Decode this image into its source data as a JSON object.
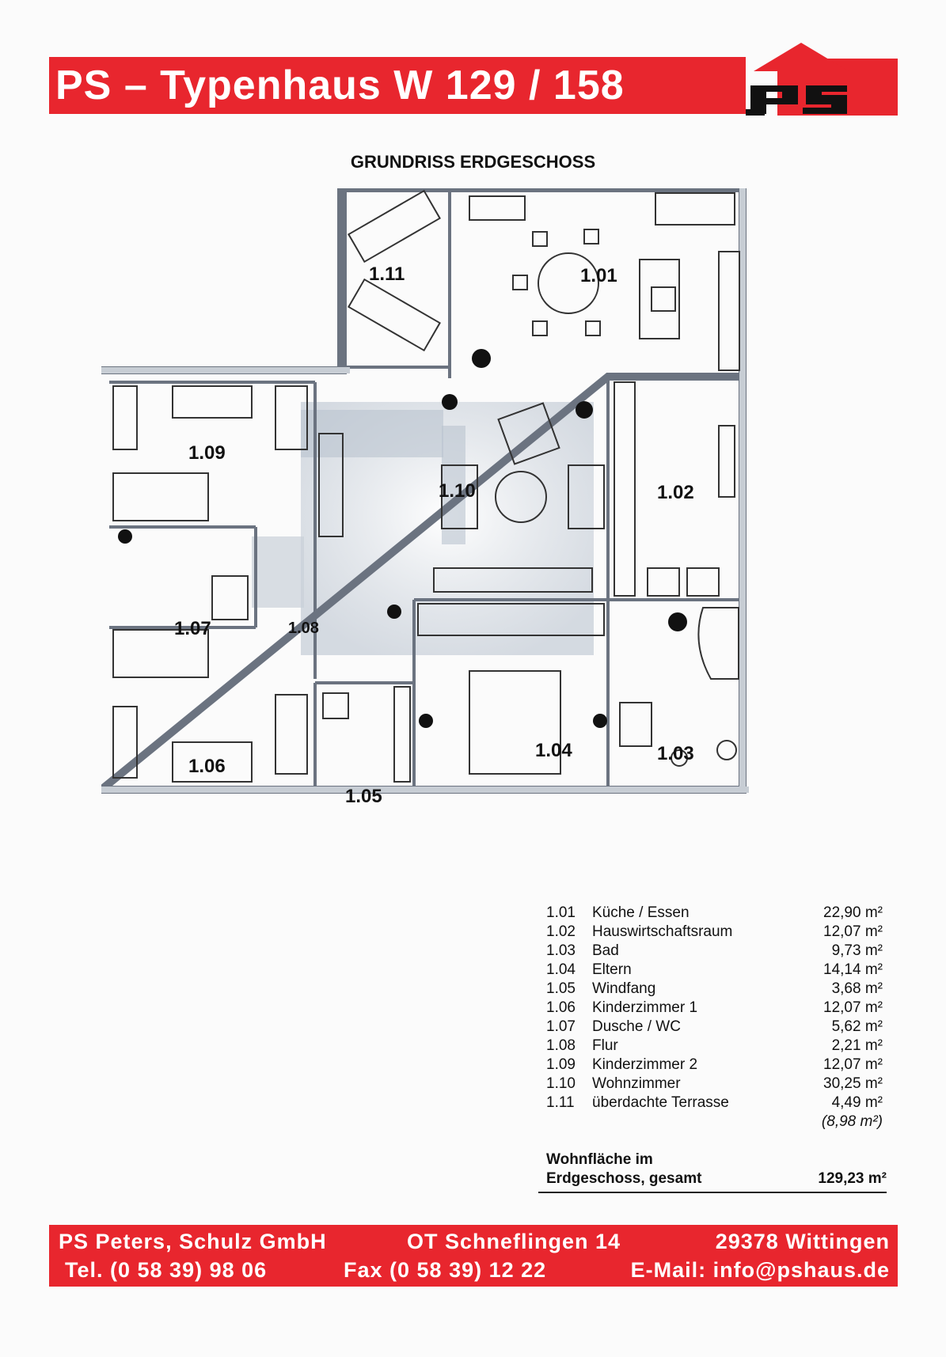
{
  "header": {
    "title": "PS – Typenhaus  W 129 / 158",
    "logo_text": "ps"
  },
  "subtitle": "GRUNDRISS ERDGESCHOSS",
  "rooms": [
    {
      "number": "1.01",
      "name": "Küche / Essen",
      "area": "22,90 m²"
    },
    {
      "number": "1.02",
      "name": "Hauswirtschaftsraum",
      "area": "12,07 m²"
    },
    {
      "number": "1.03",
      "name": "Bad",
      "area": "9,73 m²"
    },
    {
      "number": "1.04",
      "name": "Eltern",
      "area": "14,14 m²"
    },
    {
      "number": "1.05",
      "name": "Windfang",
      "area": "3,68 m²"
    },
    {
      "number": "1.06",
      "name": "Kinderzimmer 1",
      "area": "12,07 m²"
    },
    {
      "number": "1.07",
      "name": "Dusche / WC",
      "area": "5,62 m²"
    },
    {
      "number": "1.08",
      "name": "Flur",
      "area": "2,21 m²"
    },
    {
      "number": "1.09",
      "name": "Kinderzimmer 2",
      "area": "12,07 m²"
    },
    {
      "number": "1.10",
      "name": "Wohnzimmer",
      "area": "30,25 m²"
    },
    {
      "number": "1.11",
      "name": "überdachte Terrasse",
      "area": "4,49 m²"
    }
  ],
  "terrace_full_area": "(8,98 m²)",
  "total": {
    "label_line1": "Wohnfläche im",
    "label_line2": "Erdgeschoss, gesamt",
    "area": "129,23 m²"
  },
  "footer": {
    "company": "PS Peters, Schulz GmbH",
    "street": "OT Schneflingen 14",
    "city": "29378 Wittingen",
    "phone": "Tel. (0 58 39) 98 06",
    "fax": "Fax (0 58 39) 12 22",
    "email": "E-Mail: info@pshaus.de"
  },
  "colors": {
    "brand_red": "#e8262e",
    "wall": "#6b7380",
    "floor_tint": "#c4ccd6"
  }
}
